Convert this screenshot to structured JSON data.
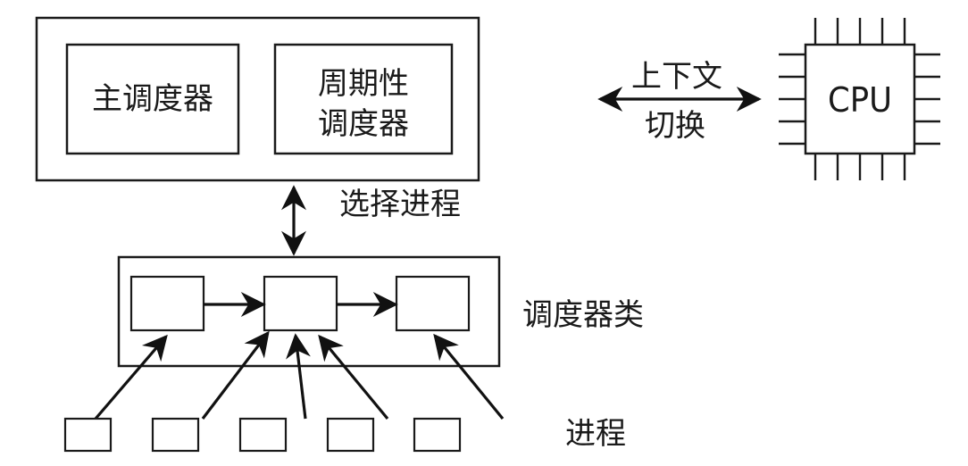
{
  "diagram": {
    "kernel_block": {
      "main_scheduler": "主调度器",
      "periodic_scheduler": [
        "周期性",
        "调度器"
      ]
    },
    "context_switch": {
      "label_top": "上下文",
      "label_bottom": "切换",
      "direction": "bidirectional"
    },
    "cpu": {
      "label": "CPU",
      "pins_per_side": 5
    },
    "select_process": {
      "label": "选择进程",
      "direction": "bidirectional"
    },
    "scheduler_classes": {
      "label": "调度器类",
      "count": 3,
      "chain": [
        [
          0,
          1
        ],
        [
          1,
          2
        ]
      ]
    },
    "processes": {
      "label": "进程",
      "count": 5,
      "edges": [
        {
          "from_process": 0,
          "to_class": 0
        },
        {
          "from_process": 1,
          "to_class": 1
        },
        {
          "from_process": 2,
          "to_class": 1
        },
        {
          "from_process": 3,
          "to_class": 1
        },
        {
          "from_process": 4,
          "to_class": 2
        }
      ]
    },
    "colors": {
      "stroke": "#1a1a1a",
      "background": "#ffffff"
    }
  }
}
